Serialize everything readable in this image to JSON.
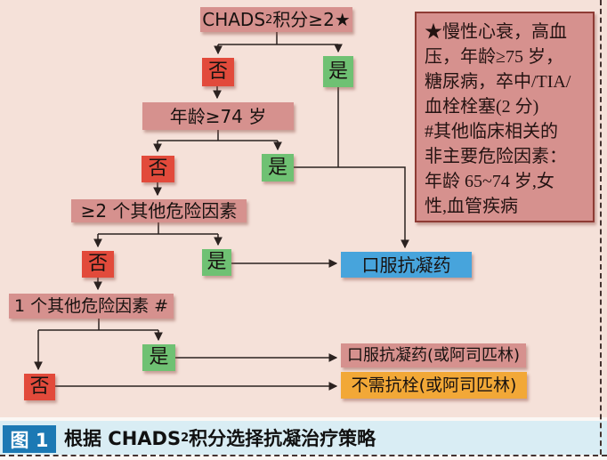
{
  "figure_type": "clinical-decision-flowchart",
  "colors": {
    "page_bg": "#f5e1d9",
    "pink_node": "#d6918e",
    "red_node": "#e24a3b",
    "green_node": "#6fc173",
    "blue_node": "#47a4dc",
    "orange_node": "#f2a837",
    "legend_border": "#8e3b34",
    "caption_bar_bg": "#d9edf4",
    "caption_badge_bg": "#1c79b4",
    "line_color": "#2b2220"
  },
  "flowchart": {
    "root": {
      "prefix": "CHADS",
      "sub": "2",
      "suffix": "积分≥2★"
    },
    "yes_label": "是",
    "no_label": "否",
    "age_node": "年龄≥74 岁",
    "ge2_factors_node": "≥2 个其他危险因素",
    "one_factor_node": "1 个其他危险因素 #",
    "oral_anticoagulant": "口服抗凝药",
    "oral_anticoagulant_or_aspirin": "口服抗凝药(或阿司匹林)",
    "no_antithrombotic_or_aspirin": "不需抗栓(或阿司匹林)"
  },
  "legend": {
    "lines": [
      "★慢性心衰，高血",
      "压，年龄≥75 岁，",
      "糖尿病，卒中/TIA/",
      "血栓栓塞(2 分)",
      "#其他临床相关的",
      "非主要危险因素：",
      "年龄 65~74 岁,女",
      "性,血管疾病"
    ]
  },
  "caption": {
    "badge": "图 1",
    "prefix": "根据 CHADS",
    "sub": "2",
    "suffix": " 积分选择抗凝治疗策略"
  }
}
